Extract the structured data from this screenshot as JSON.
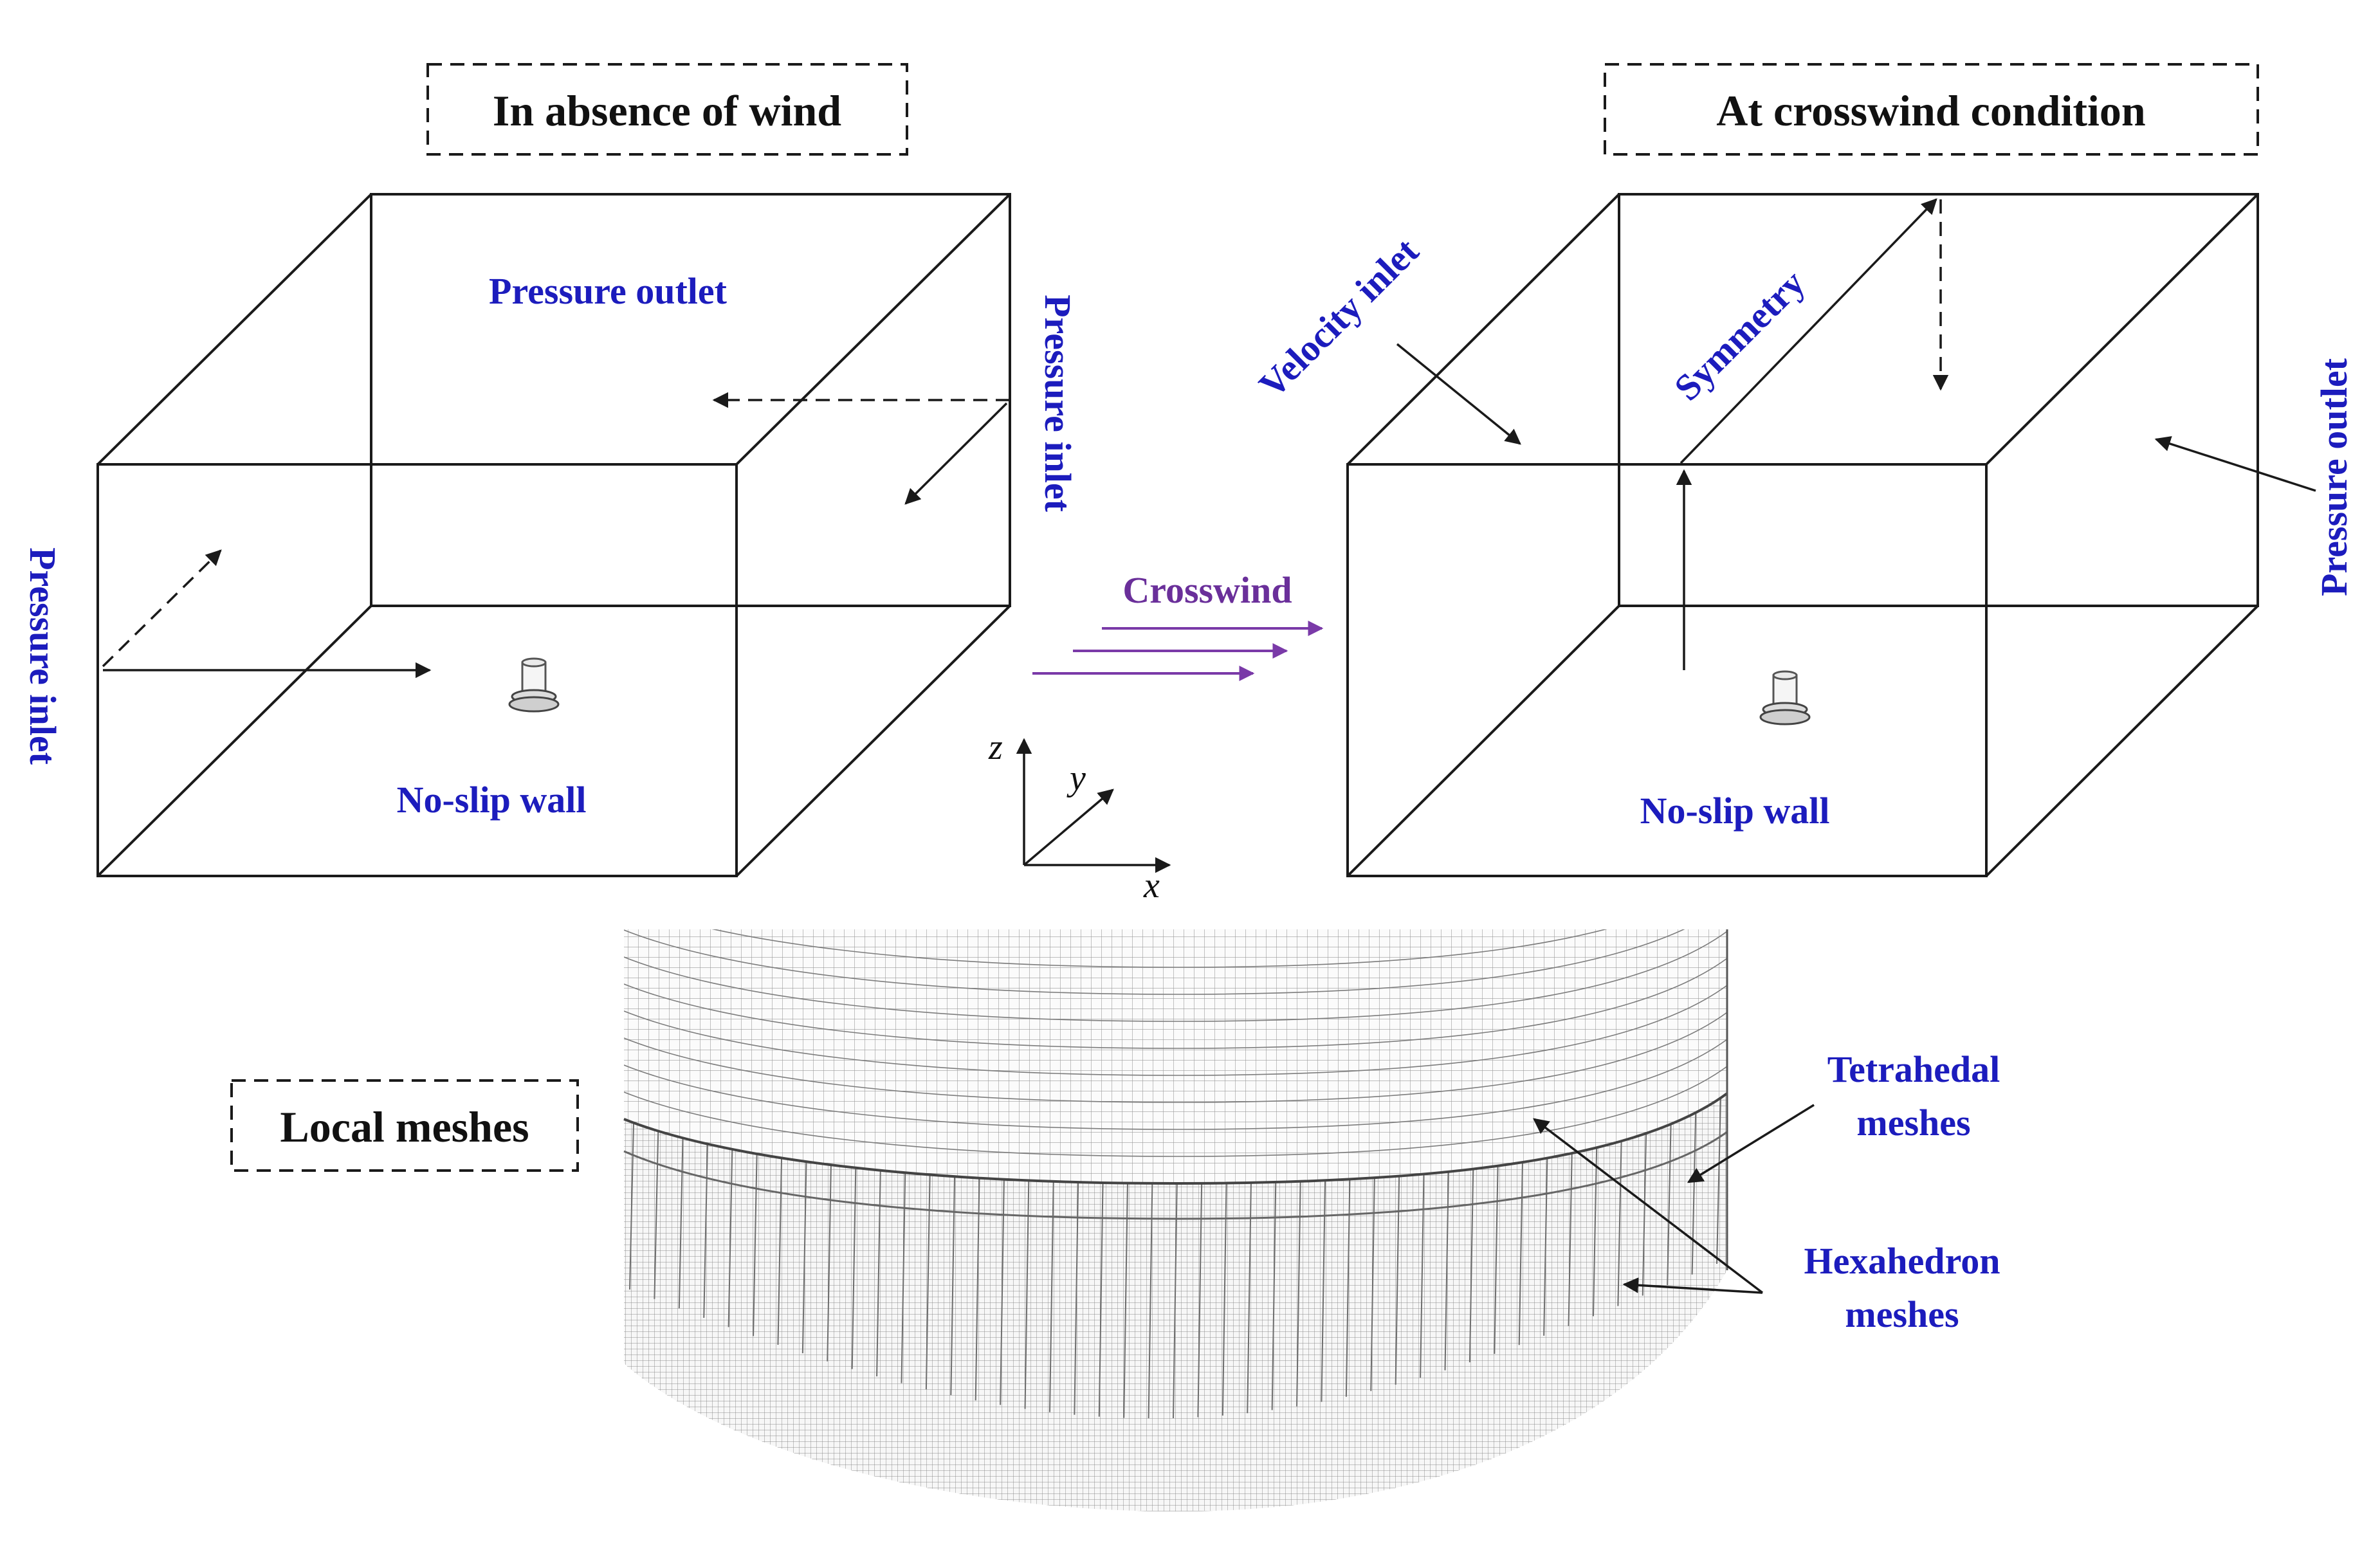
{
  "titles": {
    "left": "In absence of wind",
    "right": "At crosswind condition",
    "mesh": "Local meshes"
  },
  "left_box": {
    "top": "Pressure outlet",
    "side_right": "Pressure inlet",
    "side_left": "Pressure inlet",
    "bottom": "No-slip wall"
  },
  "right_box": {
    "velocity_inlet": "Velocity inlet",
    "symmetry": "Symmetry",
    "pressure_outlet": "Pressure outlet",
    "bottom": "No-slip wall"
  },
  "crosswind": "Crosswind",
  "axes": {
    "z": "z",
    "y": "y",
    "x": "x"
  },
  "mesh_labels": {
    "tetra_line1": "Tetrahedal",
    "tetra_line2": "meshes",
    "hexa_line1": "Hexahedron",
    "hexa_line2": "meshes"
  },
  "colors": {
    "label_blue": "#1c1cbd",
    "crosswind_purple": "#7a3aa8",
    "line": "#1a1a1a"
  }
}
